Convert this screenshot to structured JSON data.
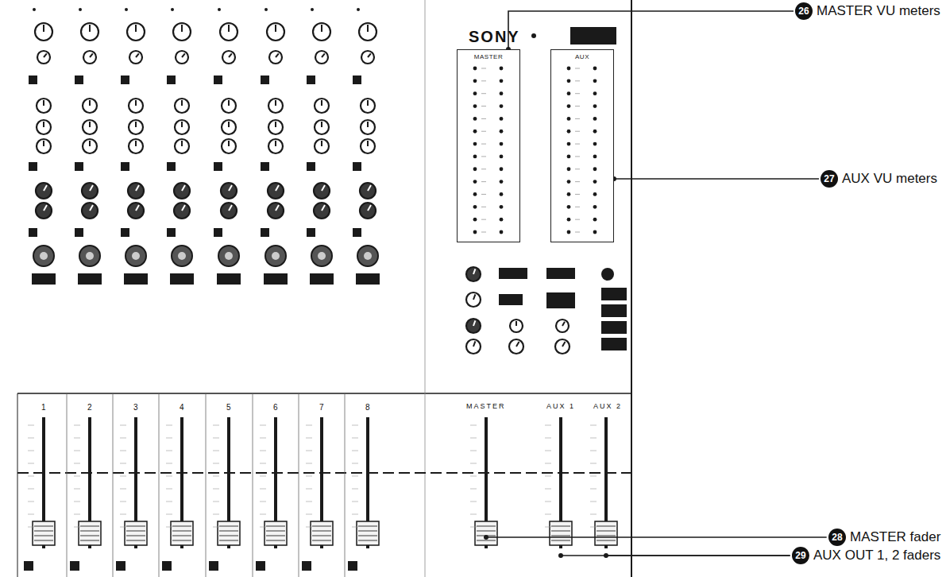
{
  "diagram": {
    "nodes": [
      {
        "text": [
          "MASTER"
        ]
      },
      {
        "text": [
          "AUX"
        ]
      }
    ],
    "labels": [
      "26",
      "MASTER VU meters",
      "27",
      "AUX VU meters",
      "28",
      "MASTER fader",
      "29",
      "AUX OUT 1, 2 faders",
      "SONY",
      "1",
      "2",
      "3",
      "4",
      "5",
      "6",
      "7",
      "8",
      "MASTER",
      "AUX 1",
      "AUX 2"
    ]
  }
}
